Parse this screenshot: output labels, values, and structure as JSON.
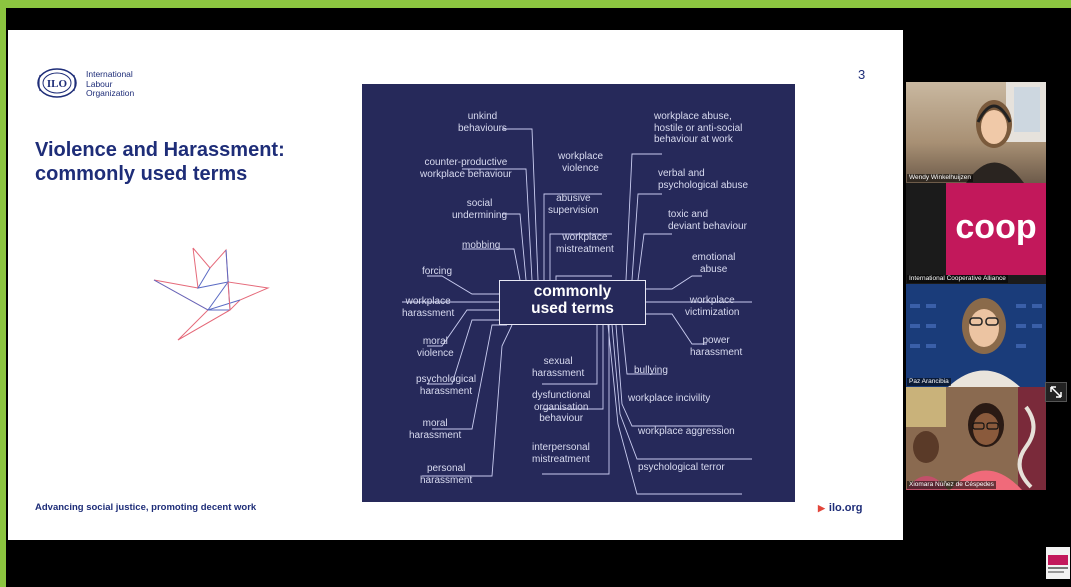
{
  "slide": {
    "org_name": "International\nLabour\nOrganization",
    "title": "Violence and Harassment: commonly used terms",
    "page_number": "3",
    "footer_left": "Advancing social justice, promoting decent work",
    "footer_right": "ilo.org"
  },
  "diagram": {
    "center": "commonly\nused terms",
    "terms": {
      "unkind_behaviours": "unkind\nbehaviours",
      "counter_productive": "counter-productive\nworkplace behaviour",
      "social_undermining": "social\nundermining",
      "mobbing": "mobbing",
      "forcing": "forcing",
      "workplace_harassment": "workplace\nharassment",
      "moral_violence": "moral\nviolence",
      "psychological_harassment": "psychological\nharassment",
      "moral_harassment": "moral\nharassment",
      "personal_harassment": "personal\nharassment",
      "workplace_violence": "workplace\nviolence",
      "abusive_supervision": "abusive\nsupervision",
      "workplace_mistreatment": "workplace\nmistreatment",
      "sexual_harassment": "sexual\nharassment",
      "dysfunctional": "dysfunctional\norganisation\nbehaviour",
      "interpersonal": "interpersonal\nmistreatment",
      "workplace_abuse": "workplace abuse,\nhostile or anti-social\nbehaviour at work",
      "verbal_abuse": "verbal and\npsychological abuse",
      "toxic": "toxic and\ndeviant behaviour",
      "emotional_abuse": "emotional\nabuse",
      "workplace_victimization": "workplace\nvictimization",
      "power_harassment": "power\nharassment",
      "bullying": "bullying",
      "incivility": "workplace incivility",
      "aggression": "workplace aggression",
      "terror": "psychological terror"
    }
  },
  "participants": [
    {
      "name": "Wendy Winkelhuijzen"
    },
    {
      "name": "International Cooperative Alliance",
      "logo_text": "coop"
    },
    {
      "name": "Paz Arancibia"
    },
    {
      "name": "Xiomara Núñez de Céspedes"
    }
  ],
  "colors": {
    "frame": "#8cc540",
    "ilo_blue": "#1e2d78",
    "diagram_bg": "#26295a",
    "coop_magenta": "#c2185b"
  }
}
